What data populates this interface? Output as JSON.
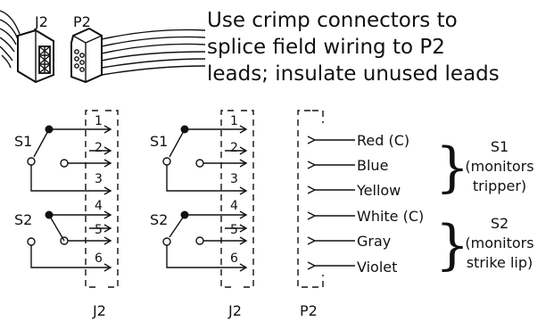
{
  "header": {
    "line1": "Use crimp connectors to",
    "line2": "splice field wiring to P2",
    "line3": "leads; insulate unused leads"
  },
  "connector_labels": {
    "j2": "J2",
    "p2": "P2"
  },
  "pins": [
    "1",
    "2",
    "3",
    "4",
    "5",
    "6"
  ],
  "switches": {
    "s1": "S1",
    "s2": "S2"
  },
  "leads": [
    "Red (C)",
    "Blue",
    "Yellow",
    "White (C)",
    "Gray",
    "Violet"
  ],
  "groups": [
    {
      "name": "S1",
      "line2": "(monitors",
      "line3": "tripper)"
    },
    {
      "name": "S2",
      "line2": "(monitors",
      "line3": "strike lip)"
    }
  ],
  "bottom_labels": {
    "left": "J2",
    "middle": "J2",
    "right": "P2"
  }
}
